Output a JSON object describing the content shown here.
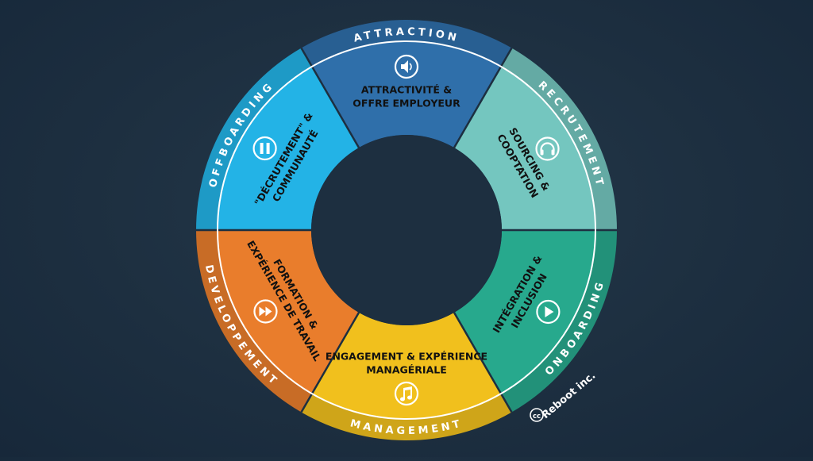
{
  "colors": {
    "background": "#1d2f40",
    "attraction": "#2f6faa",
    "recrutement": "#74c6bf",
    "onboarding": "#27a98d",
    "management": "#f1c01d",
    "developpement": "#e97d2c",
    "offboarding": "#23b3e6"
  },
  "phases": [
    {
      "key": "attraction",
      "ring_label": "ATTRACTION",
      "segment_label": [
        "ATTRACTIVITÉ &",
        "OFFRE EMPLOYEUR"
      ],
      "icon": "speaker-icon"
    },
    {
      "key": "recrutement",
      "ring_label": "RECRUTEMENT",
      "segment_label": [
        "SOURCING &",
        "COOPTATION"
      ],
      "icon": "headphones-icon"
    },
    {
      "key": "onboarding",
      "ring_label": "ONBOARDING",
      "segment_label": [
        "INTÉGRATION &",
        "INCLUSION"
      ],
      "icon": "play-icon"
    },
    {
      "key": "management",
      "ring_label": "MANAGEMENT",
      "segment_label": [
        "ENGAGEMENT  & EXPÉRIENCE",
        "MANAGÉRIALE"
      ],
      "icon": "music-note-icon"
    },
    {
      "key": "developpement",
      "ring_label": "DEVELOPPEMENT",
      "segment_label": [
        "FORMATION &",
        "EXPÉRIENCE DE TRAVAIL"
      ],
      "icon": "fast-forward-icon"
    },
    {
      "key": "offboarding",
      "ring_label": "OFFBOARDING",
      "segment_label": [
        "\"DÉCRUTEMENT\" &",
        "COMMUNAUTÉ"
      ],
      "icon": "pause-icon"
    }
  ],
  "copyright": {
    "symbol": "cc",
    "text": "Reboot inc."
  }
}
